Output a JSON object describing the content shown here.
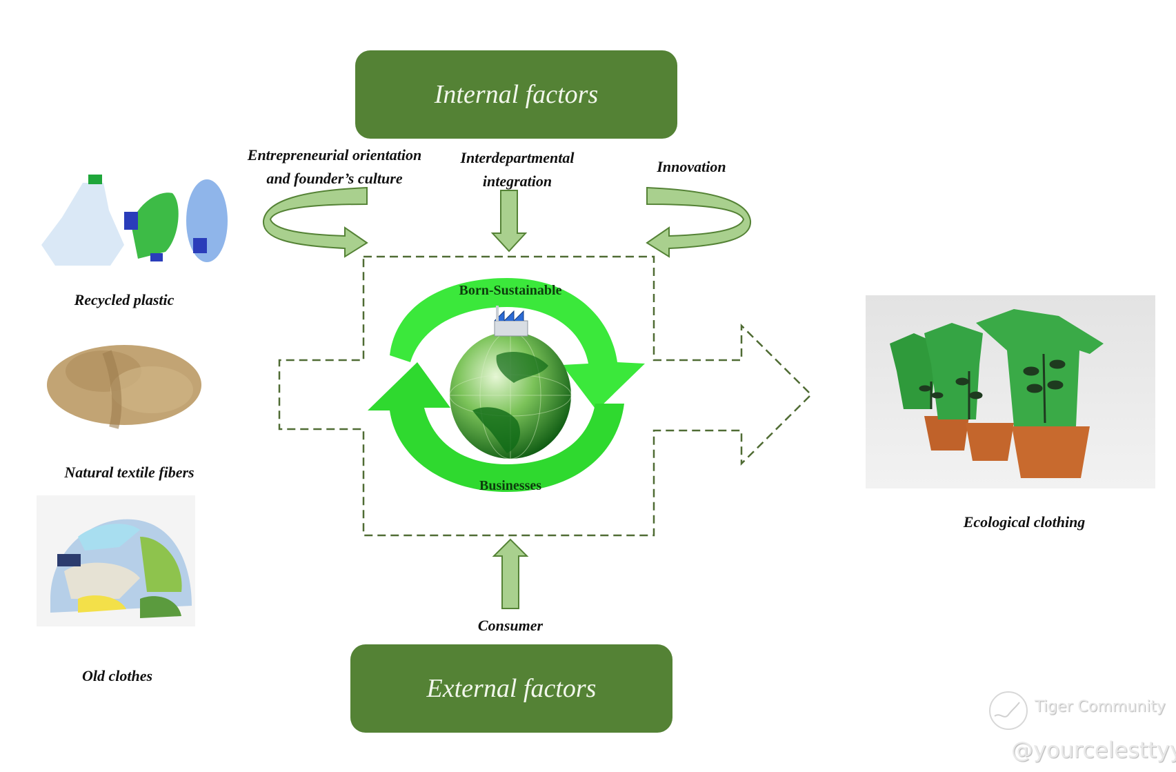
{
  "title": "Born-Sustainable Businesses circular model",
  "colors": {
    "factor_box": "#548235",
    "factor_text": "#f2f7ec",
    "arrow_fill": "#a9d08e",
    "arrow_stroke": "#548235",
    "cycle_green": "#33e633",
    "dashed_border": "#4f6b33"
  },
  "internal_factors": {
    "label": "Internal factors",
    "items": [
      {
        "line1": "Entrepreneurial orientation",
        "line2": "and founder’s culture"
      },
      {
        "line1": "Interdepartmental",
        "line2": "integration"
      },
      {
        "line1": "Innovation",
        "line2": ""
      }
    ]
  },
  "external_factors": {
    "label": "External factors",
    "items": [
      {
        "line1": "Consumer"
      }
    ]
  },
  "center": {
    "top_label": "Born-Sustainable",
    "bottom_label": "Businesses",
    "icon": "globe-with-factory-icon"
  },
  "inputs": [
    {
      "label": "Recycled plastic",
      "image": "recycled-plastic-bottles"
    },
    {
      "label": "Natural textile fibers",
      "image": "natural-fiber-skein"
    },
    {
      "label": "Old clothes",
      "image": "pile-of-old-clothes"
    }
  ],
  "output": {
    "label": "Ecological clothing",
    "image": "green-tshirts-in-flower-pots"
  },
  "watermark": {
    "brand": "Tiger Community",
    "handle": "@yourcelesttyy"
  }
}
